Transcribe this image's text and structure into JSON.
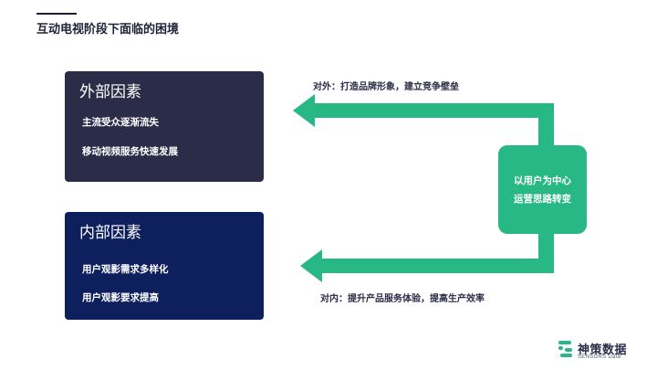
{
  "slide": {
    "title": "互动电视阶段下面临的困境"
  },
  "external_factors": {
    "heading": "外部因素",
    "items": [
      "主流受众逐渐流失",
      "移动视频服务快速发展"
    ]
  },
  "internal_factors": {
    "heading": "内部因素",
    "items": [
      "用户观影需求多样化",
      "用户观影要求提高"
    ]
  },
  "center": {
    "lines": [
      "以用户为中心",
      "运营思路转变"
    ]
  },
  "annotations": {
    "external": "对外：打造品牌形象，建立竞争壁垒",
    "internal": "对内：提升产品服务体验，提高生产效率"
  },
  "brand": {
    "name": "神策数据",
    "sub": "SENSORS Data"
  },
  "colors": {
    "accent_green": "#28b886",
    "external_panel": "#2b2d48",
    "internal_panel": "#0d1f5c"
  }
}
